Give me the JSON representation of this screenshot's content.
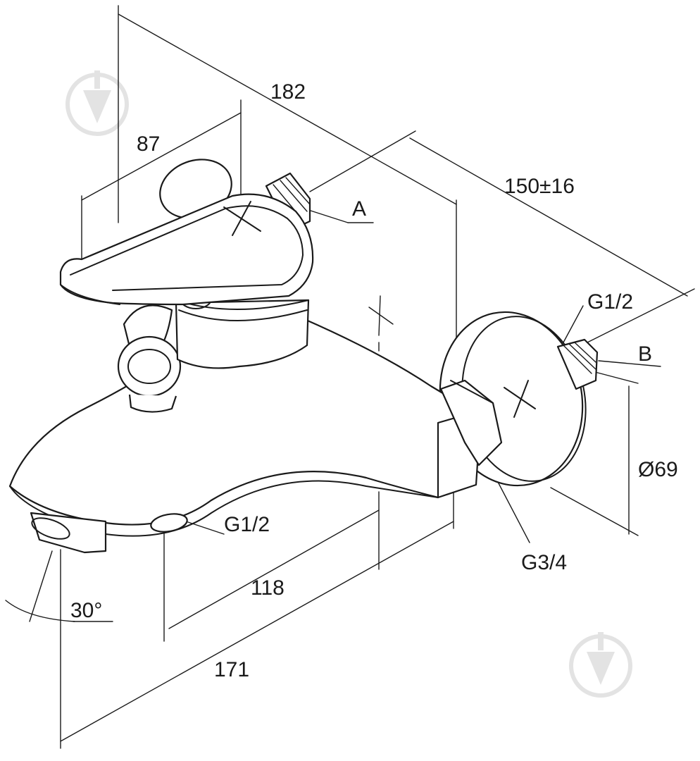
{
  "labels": {
    "dim_overall": "182",
    "dim_handle": "87",
    "dim_centers": "150±16",
    "callout_a": "A",
    "callout_b": "B",
    "thread_inlet": "G1/2",
    "thread_spout": "G1/2",
    "thread_connector": "G3/4",
    "dim_flange": "Ø69",
    "dim_spout_outlet": "118",
    "dim_spout_length": "171",
    "angle": "30°"
  },
  "colors": {
    "line": "#1a1a1a",
    "watermark": "#e3e3e3",
    "background": "#ffffff"
  },
  "icons": [
    "watermark-drop-icon"
  ]
}
